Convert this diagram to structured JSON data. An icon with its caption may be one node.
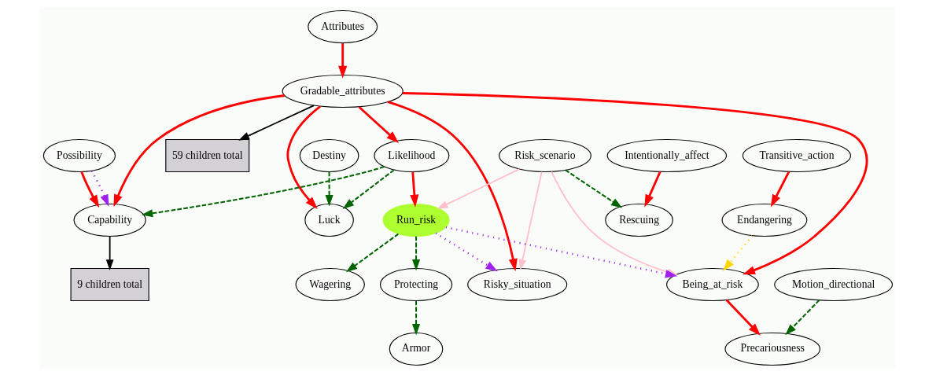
{
  "diagram": {
    "nodes": [
      {
        "text": [
          "Attributes"
        ]
      },
      {
        "text": [
          "Gradable_attributes"
        ]
      },
      {
        "text": [
          "59 children total"
        ]
      },
      {
        "text": [
          "Possibility"
        ]
      },
      {
        "text": [
          "Destiny"
        ]
      },
      {
        "text": [
          "Likelihood"
        ]
      },
      {
        "text": [
          "Risk_scenario"
        ]
      },
      {
        "text": [
          "Intentionally_affect"
        ]
      },
      {
        "text": [
          "Transitive_action"
        ]
      },
      {
        "text": [
          "Capability"
        ]
      },
      {
        "text": [
          "Luck"
        ]
      },
      {
        "text": [
          "Run_risk"
        ]
      },
      {
        "text": [
          "Rescuing"
        ]
      },
      {
        "text": [
          "Endangering"
        ]
      },
      {
        "text": [
          "9 children total"
        ]
      },
      {
        "text": [
          "Protecting"
        ]
      },
      {
        "text": [
          "Wagering"
        ]
      },
      {
        "text": [
          "Risky_situation"
        ]
      },
      {
        "text": [
          "Being_at_risk"
        ]
      },
      {
        "text": [
          "Motion_directional"
        ]
      },
      {
        "text": [
          "Armor"
        ]
      },
      {
        "text": [
          "Precariousness"
        ]
      }
    ],
    "edges": [
      {
        "from": 0,
        "to": 1,
        "arrow": "to"
      },
      {
        "from": 1,
        "to": 9,
        "arrow": "to"
      },
      {
        "from": 1,
        "to": 2,
        "arrow": "to",
        "color": "#000000"
      },
      {
        "from": 1,
        "to": 10,
        "arrow": "to"
      },
      {
        "from": 1,
        "to": 5,
        "arrow": "to"
      },
      {
        "from": 1,
        "to": 17,
        "arrow": "to"
      },
      {
        "from": 1,
        "to": 18,
        "arrow": "to"
      },
      {
        "from": 3,
        "to": 9,
        "arrow": "to"
      },
      {
        "from": 3,
        "to": 9,
        "arrow": "to",
        "style": "dashed",
        "color": "#a020f0"
      },
      {
        "from": 4,
        "to": 10,
        "arrow": "to",
        "style": "dashed",
        "color": "#006400"
      },
      {
        "from": 5,
        "to": 9,
        "arrow": "to",
        "style": "dashed",
        "color": "#006400"
      },
      {
        "from": 5,
        "to": 10,
        "arrow": "to",
        "style": "dashed",
        "color": "#006400"
      },
      {
        "from": 5,
        "to": 11,
        "arrow": "to"
      },
      {
        "from": 6,
        "to": 11,
        "arrow": "to",
        "color": "#ffc0cb"
      },
      {
        "from": 6,
        "to": 17,
        "arrow": "to",
        "color": "#ffc0cb"
      },
      {
        "from": 6,
        "to": 18,
        "arrow": "to",
        "color": "#ffc0cb"
      },
      {
        "from": 6,
        "to": 12,
        "arrow": "to",
        "style": "dashed",
        "color": "#006400"
      },
      {
        "from": 7,
        "to": 12,
        "arrow": "to"
      },
      {
        "from": 8,
        "to": 13,
        "arrow": "to"
      },
      {
        "from": 9,
        "to": 14,
        "arrow": "to",
        "color": "#000000"
      },
      {
        "from": 11,
        "to": 15,
        "arrow": "to",
        "style": "dashed",
        "color": "#006400"
      },
      {
        "from": 11,
        "to": 16,
        "arrow": "to",
        "style": "dashed",
        "color": "#006400"
      },
      {
        "from": 11,
        "to": 17,
        "arrow": "to",
        "style": "dashed",
        "color": "#a020f0"
      },
      {
        "from": 11,
        "to": 18,
        "arrow": "to",
        "style": "dashed",
        "color": "#a020f0"
      },
      {
        "from": 13,
        "to": 18,
        "arrow": "to",
        "style": "dashed",
        "color": "#ffd700"
      },
      {
        "from": 15,
        "to": 20,
        "arrow": "to",
        "style": "dashed",
        "color": "#006400"
      },
      {
        "from": 18,
        "to": 21,
        "arrow": "to"
      },
      {
        "from": 19,
        "to": 21,
        "arrow": "to",
        "style": "dashed",
        "color": "#006400"
      }
    ]
  }
}
